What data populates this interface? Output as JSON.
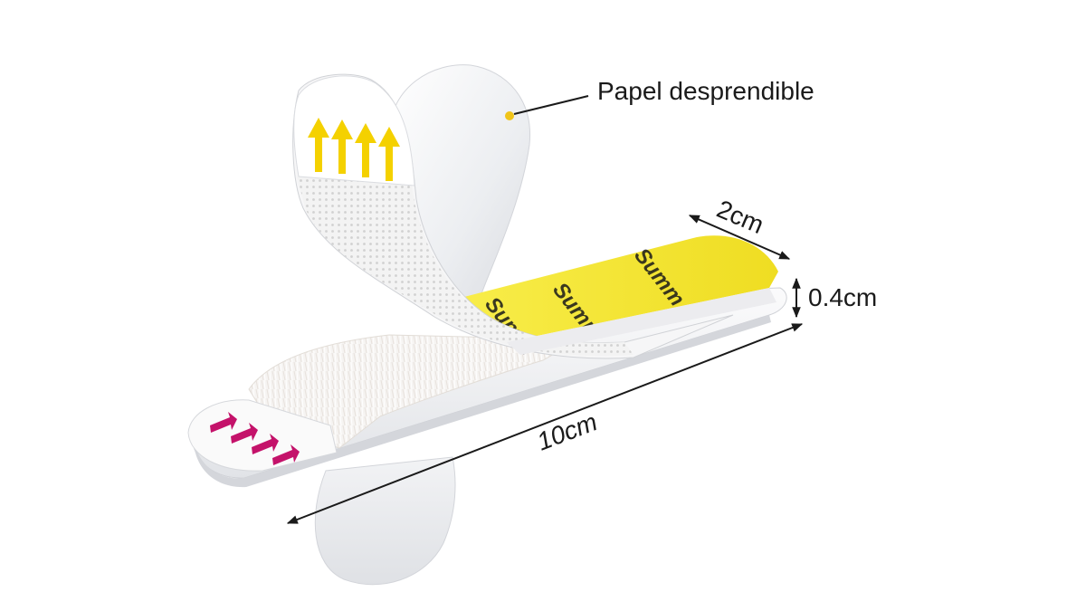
{
  "labels": {
    "callout": "Papel desprendible",
    "width": "2cm",
    "thickness": "0.4cm",
    "length": "10cm",
    "brand": "Summ"
  },
  "colors": {
    "adhesive": "#f6ea38",
    "adhesive_dark": "#e6d51f",
    "arrow_up": "#f4d100",
    "arrow_down": "#c4126a",
    "callout_dot": "#f0c419",
    "line": "#1a1a1a",
    "strip": "#f4f5f7",
    "strip_shadow": "#dcdde1"
  },
  "icons": [
    "arrow-up-icon",
    "arrow-down-icon"
  ]
}
